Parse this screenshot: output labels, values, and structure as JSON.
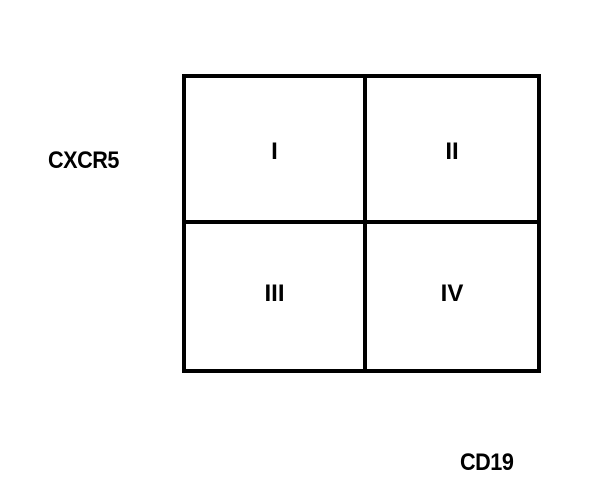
{
  "axes": {
    "y_label": "CXCR5",
    "x_label": "CD19"
  },
  "quadrants": [
    {
      "label": "I"
    },
    {
      "label": "II"
    },
    {
      "label": "III"
    },
    {
      "label": "IV"
    }
  ]
}
